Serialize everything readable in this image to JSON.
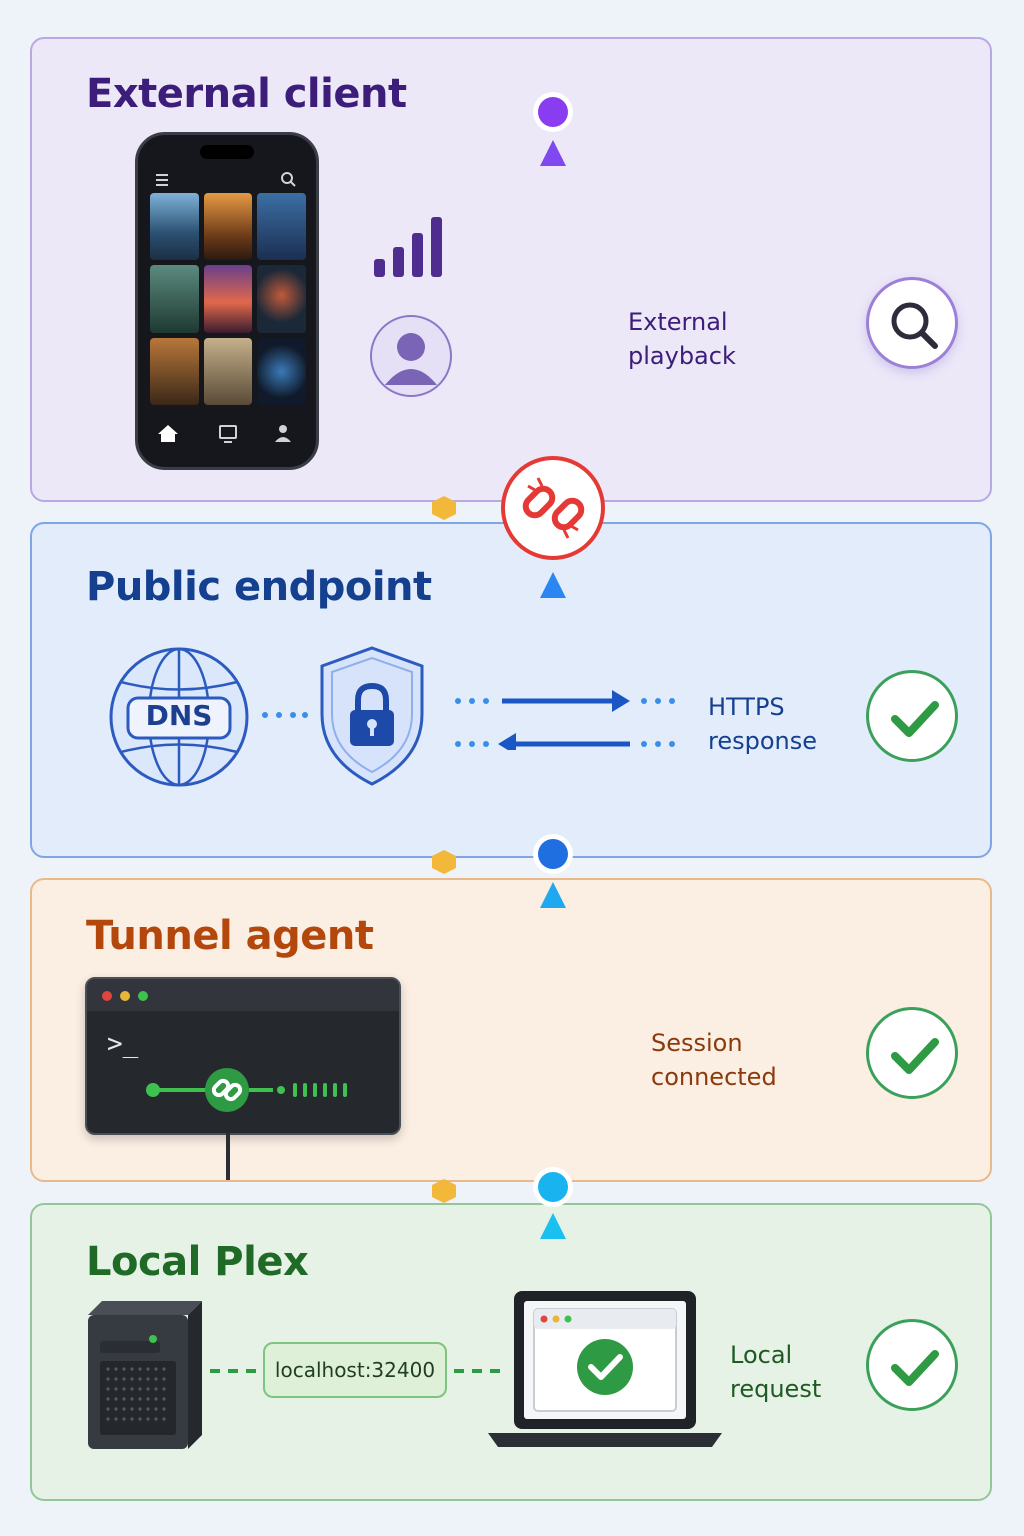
{
  "panels": {
    "external": {
      "title": "External client",
      "label_line1": "External",
      "label_line2": "playback",
      "icon": "search-icon"
    },
    "public": {
      "title": "Public endpoint",
      "dns_text": "DNS",
      "label_line1": "HTTPS",
      "label_line2": "response",
      "icon": "check-icon"
    },
    "tunnel": {
      "title": "Tunnel agent",
      "prompt_text": ">_",
      "label_line1": "Session",
      "label_line2": "connected",
      "icon": "check-icon"
    },
    "local": {
      "title": "Local Plex",
      "address": "localhost:32400",
      "label_line1": "Local",
      "label_line2": "request",
      "icon": "check-icon"
    }
  },
  "colors": {
    "purple": "#8a3cf0",
    "blue": "#1f6fe0",
    "cyan": "#19b4f0",
    "red": "#e53935",
    "green": "#2e9a43",
    "orange": "#f3b73a"
  }
}
